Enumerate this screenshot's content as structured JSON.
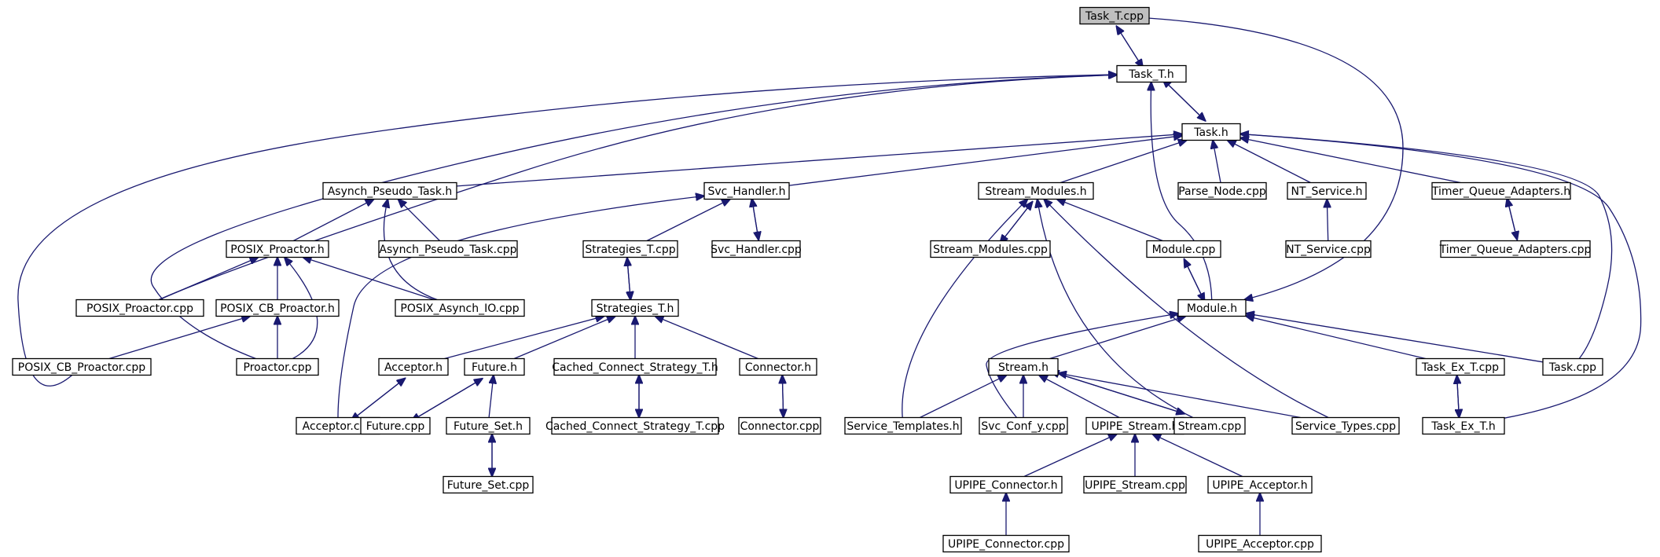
{
  "diagram": {
    "type": "include-dependency-graph",
    "root": "Task_T.cpp",
    "edge_color": "#191970",
    "root_fill": "#bfbfbf",
    "nodes": [
      {
        "id": "task_t_cpp",
        "label": "Task_T.cpp"
      },
      {
        "id": "task_t_h",
        "label": "Task_T.h"
      },
      {
        "id": "task_h",
        "label": "Task.h"
      },
      {
        "id": "asynch_pseudo_task_h",
        "label": "Asynch_Pseudo_Task.h"
      },
      {
        "id": "svc_handler_h",
        "label": "Svc_Handler.h"
      },
      {
        "id": "stream_modules_h",
        "label": "Stream_Modules.h"
      },
      {
        "id": "parse_node_cpp",
        "label": "Parse_Node.cpp"
      },
      {
        "id": "nt_service_h",
        "label": "NT_Service.h"
      },
      {
        "id": "timer_queue_adapters_h",
        "label": "Timer_Queue_Adapters.h"
      },
      {
        "id": "posix_proactor_h",
        "label": "POSIX_Proactor.h"
      },
      {
        "id": "asynch_pseudo_task_cpp",
        "label": "Asynch_Pseudo_Task.cpp"
      },
      {
        "id": "strategies_t_cpp",
        "label": "Strategies_T.cpp"
      },
      {
        "id": "svc_handler_cpp",
        "label": "Svc_Handler.cpp"
      },
      {
        "id": "stream_modules_cpp",
        "label": "Stream_Modules.cpp"
      },
      {
        "id": "module_cpp",
        "label": "Module.cpp"
      },
      {
        "id": "nt_service_cpp",
        "label": "NT_Service.cpp"
      },
      {
        "id": "timer_queue_adapters_cpp",
        "label": "Timer_Queue_Adapters.cpp"
      },
      {
        "id": "posix_proactor_cpp",
        "label": "POSIX_Proactor.cpp"
      },
      {
        "id": "posix_cb_proactor_h",
        "label": "POSIX_CB_Proactor.h"
      },
      {
        "id": "posix_asynch_io_cpp",
        "label": "POSIX_Asynch_IO.cpp"
      },
      {
        "id": "strategies_t_h",
        "label": "Strategies_T.h"
      },
      {
        "id": "module_h",
        "label": "Module.h"
      },
      {
        "id": "posix_cb_proactor_cpp",
        "label": "POSIX_CB_Proactor.cpp"
      },
      {
        "id": "proactor_cpp",
        "label": "Proactor.cpp"
      },
      {
        "id": "acceptor_h",
        "label": "Acceptor.h"
      },
      {
        "id": "future_h",
        "label": "Future.h"
      },
      {
        "id": "cached_connect_strategy_t_h",
        "label": "Cached_Connect_Strategy_T.h"
      },
      {
        "id": "connector_h",
        "label": "Connector.h"
      },
      {
        "id": "stream_h",
        "label": "Stream.h"
      },
      {
        "id": "task_ex_t_cpp",
        "label": "Task_Ex_T.cpp"
      },
      {
        "id": "task_cpp",
        "label": "Task.cpp"
      },
      {
        "id": "acceptor_cpp",
        "label": "Acceptor.cpp"
      },
      {
        "id": "future_cpp",
        "label": "Future.cpp"
      },
      {
        "id": "future_set_h",
        "label": "Future_Set.h"
      },
      {
        "id": "cached_connect_strategy_t_cpp",
        "label": "Cached_Connect_Strategy_T.cpp"
      },
      {
        "id": "connector_cpp",
        "label": "Connector.cpp"
      },
      {
        "id": "service_templates_h",
        "label": "Service_Templates.h"
      },
      {
        "id": "svc_conf_y_cpp",
        "label": "Svc_Conf_y.cpp"
      },
      {
        "id": "upipe_stream_h",
        "label": "UPIPE_Stream.h"
      },
      {
        "id": "stream_cpp",
        "label": "Stream.cpp"
      },
      {
        "id": "service_types_cpp",
        "label": "Service_Types.cpp"
      },
      {
        "id": "task_ex_t_h",
        "label": "Task_Ex_T.h"
      },
      {
        "id": "future_set_cpp",
        "label": "Future_Set.cpp"
      },
      {
        "id": "upipe_connector_h",
        "label": "UPIPE_Connector.h"
      },
      {
        "id": "upipe_stream_cpp",
        "label": "UPIPE_Stream.cpp"
      },
      {
        "id": "upipe_acceptor_h",
        "label": "UPIPE_Acceptor.h"
      },
      {
        "id": "upipe_connector_cpp",
        "label": "UPIPE_Connector.cpp"
      },
      {
        "id": "upipe_acceptor_cpp",
        "label": "UPIPE_Acceptor.cpp"
      }
    ]
  }
}
